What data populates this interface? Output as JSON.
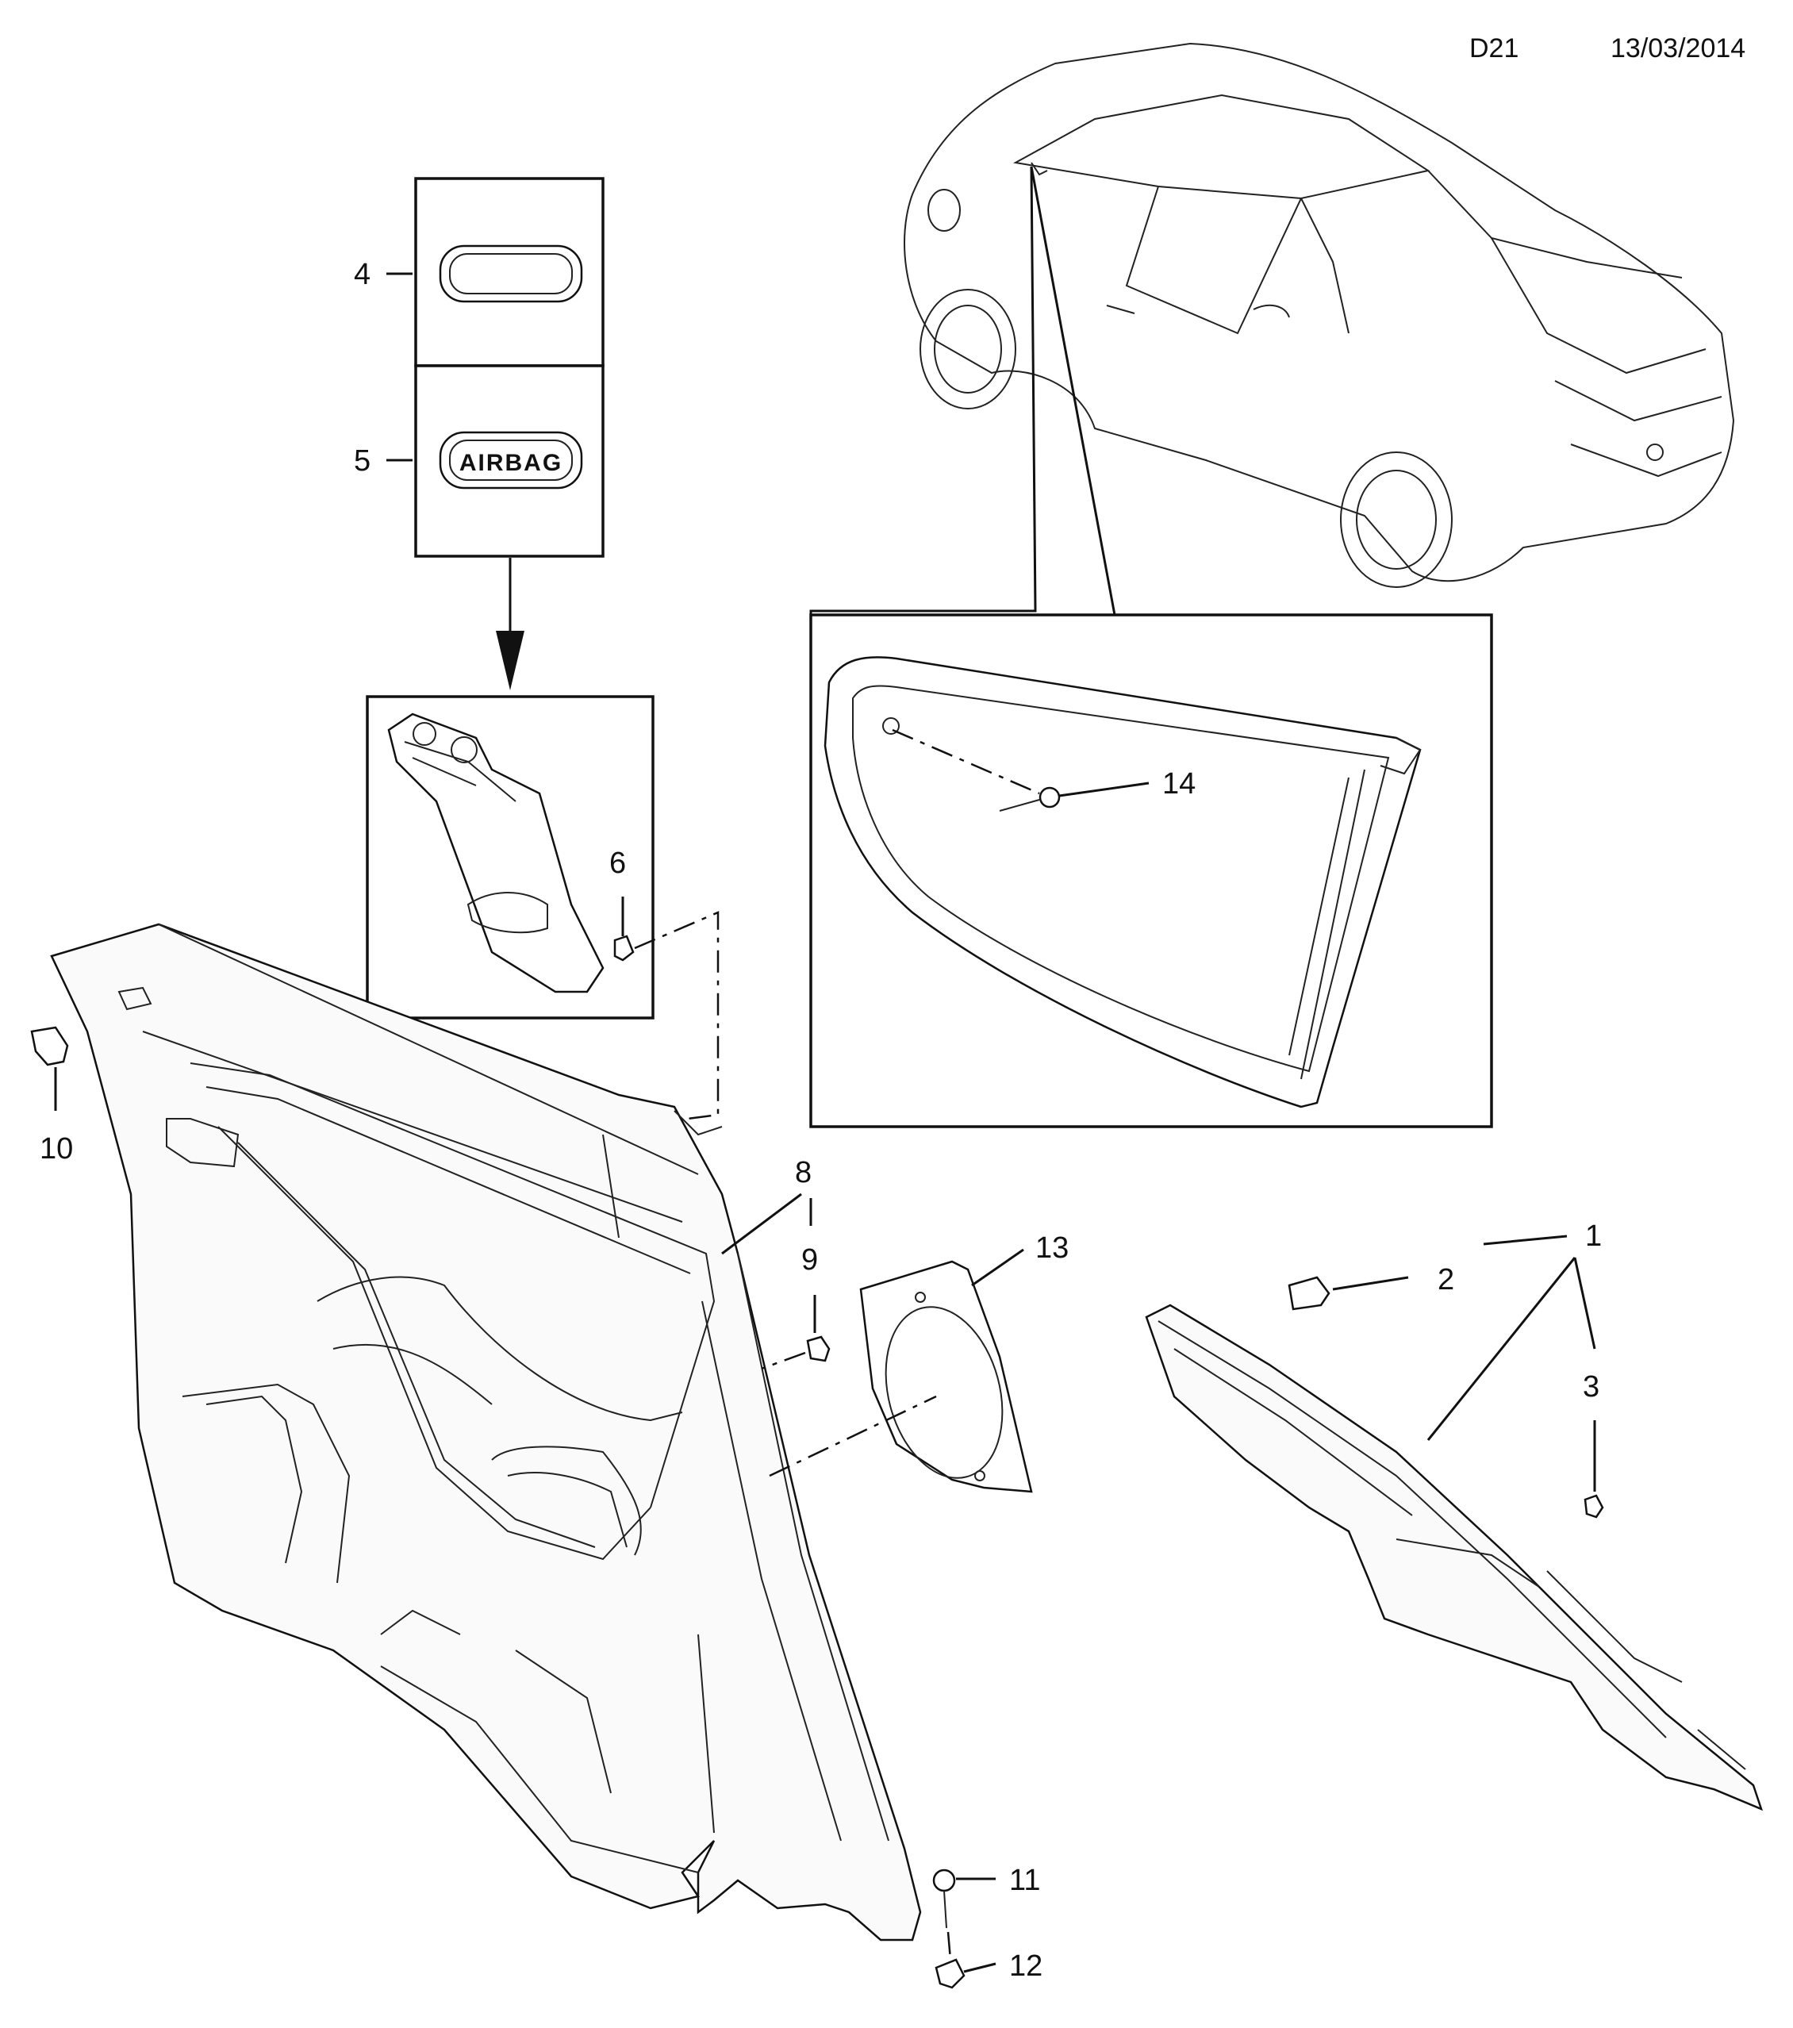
{
  "header": {
    "code": "D21",
    "date": "13/03/2014"
  },
  "callouts": {
    "c1": "1",
    "c2": "2",
    "c3": "3",
    "c4": "4",
    "c5": "5",
    "c6": "6",
    "c7": "8",
    "c9": "9",
    "c10": "10",
    "c11": "11",
    "c12": "12",
    "c13": "13",
    "c14": "14"
  },
  "badge": {
    "airbag": "AIRBAG"
  },
  "colors": {
    "line": "#111111",
    "fill": "#ffffff",
    "shade": "#f4f4f4"
  }
}
